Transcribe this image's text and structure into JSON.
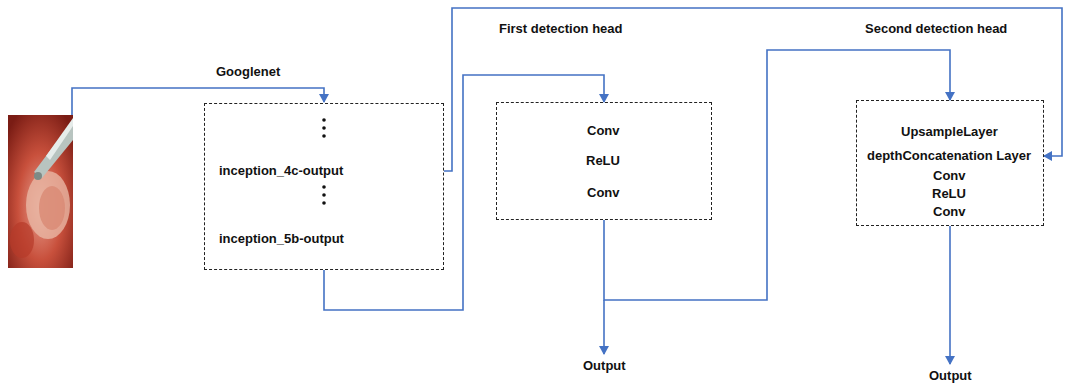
{
  "diagram": {
    "nodes": [
      {
        "text": [
          "inception_4c-output",
          "inception_5b-output"
        ]
      },
      {
        "text": [
          "First detection head",
          "Conv",
          "ReLU",
          "Conv"
        ]
      },
      {
        "text": [
          "Second detection head",
          "UpsampleLayer",
          "depthConcatenation Layer",
          "Conv",
          "ReLU",
          "Conv"
        ]
      }
    ],
    "edges": [
      {
        "from": 0,
        "to": 1,
        "arrow": "to"
      },
      {
        "from": 0,
        "to": 2,
        "arrow": "to"
      },
      {
        "from": 1,
        "to": 2,
        "arrow": "to"
      }
    ],
    "labels": [
      "Googlenet",
      "Output",
      "Output"
    ]
  }
}
